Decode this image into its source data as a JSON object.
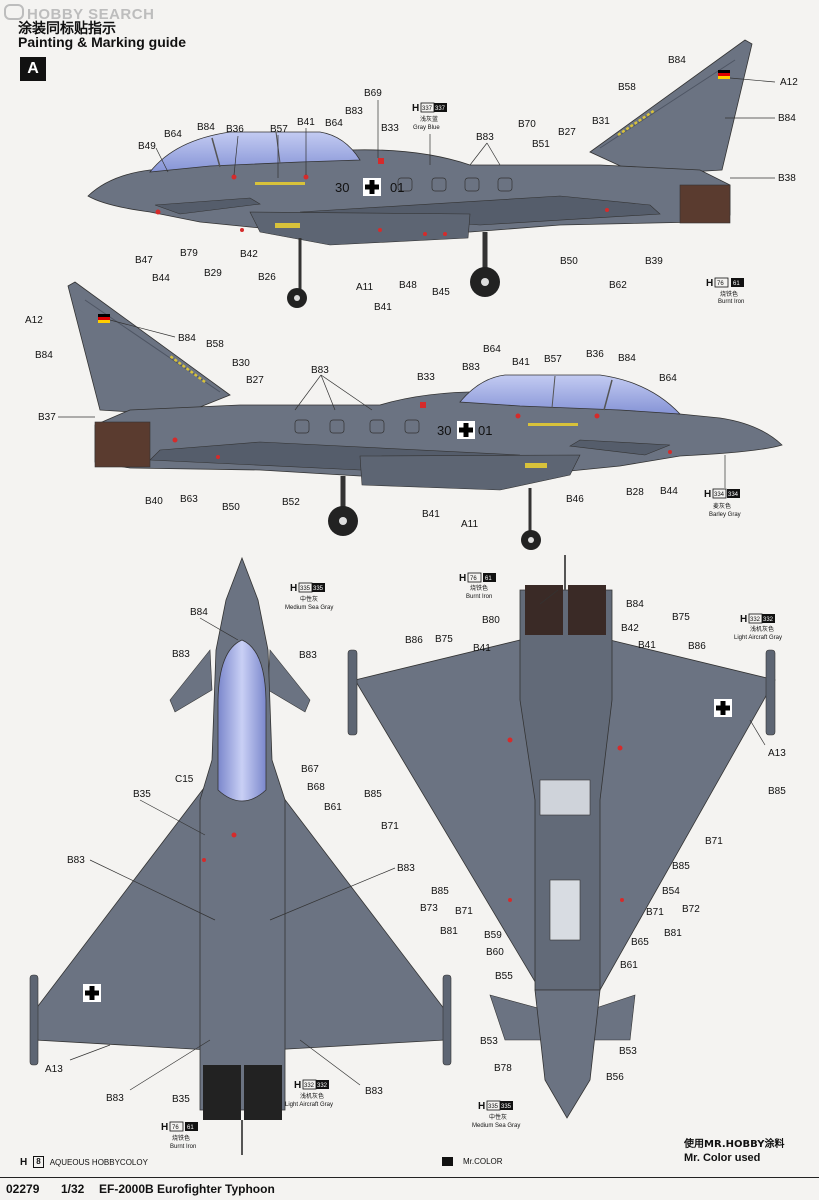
{
  "header": {
    "watermark": "HOBBY SEARCH",
    "title_cn": "涂装同标贴指示",
    "title_en": "Painting & Marking guide",
    "scheme": "A"
  },
  "colors": {
    "airframe": "#6b7382",
    "airframe_dark": "#555d6b",
    "canopy": "#9aa6e0",
    "burnt_iron": "#5a3b2f",
    "flag_black": "#000000",
    "flag_red": "#dd0000",
    "flag_gold": "#ffce00",
    "mark_red": "#d52b2b",
    "mark_yellow": "#d8c23a"
  },
  "paints": {
    "gray_blue": {
      "code_h": "H",
      "code": "337",
      "code2": "337",
      "cn": "浅灰蓝",
      "en": "Gray Blue"
    },
    "burnt_iron": {
      "code_h": "H",
      "code": "76",
      "code2": "61",
      "cn": "烧铁色",
      "en": "Burnt Iron"
    },
    "barley_gray": {
      "code_h": "H",
      "code": "334",
      "code2": "334",
      "cn": "麦灰色",
      "en": "Barley Gray"
    },
    "medium_sea_gray": {
      "code_h": "H",
      "code": "335",
      "code2": "335",
      "cn": "中性灰",
      "en": "Medium Sea Gray"
    },
    "light_aircraft_gray": {
      "code_h": "H",
      "code": "332",
      "code2": "332",
      "cn": "浅机灰色",
      "en": "Light Aircraft Gray"
    }
  },
  "fuselage_code": "30+01",
  "fuselage_code_left": "30",
  "fuselage_code_right": "01",
  "side1_labels": [
    "B84",
    "A12",
    "B58",
    "B84",
    "B31",
    "B38",
    "B27",
    "B70",
    "B51",
    "B83",
    "B69",
    "B83",
    "B33",
    "B64",
    "B41",
    "B57",
    "B36",
    "B84",
    "B64",
    "B49",
    "B47",
    "B44",
    "B79",
    "B29",
    "B42",
    "B26",
    "A11",
    "B41",
    "B48",
    "B45",
    "B50",
    "B62",
    "B39"
  ],
  "side2_labels": [
    "A12",
    "B84",
    "B58",
    "B84",
    "B30",
    "B27",
    "B83",
    "B37",
    "B40",
    "B63",
    "B50",
    "B52",
    "B33",
    "B83",
    "B64",
    "B41",
    "B57",
    "B36",
    "B84",
    "B64",
    "B28",
    "B44",
    "B46",
    "B41",
    "A11"
  ],
  "top_labels": [
    "B84",
    "B83",
    "B83",
    "C15",
    "B67",
    "B68",
    "B61",
    "B35",
    "B83",
    "B83",
    "A13",
    "B83",
    "B35",
    "B83"
  ],
  "bottom_labels": [
    "B84",
    "B80",
    "B42",
    "B86",
    "B75",
    "B41",
    "B41",
    "B75",
    "B86",
    "A13",
    "B85",
    "B85",
    "B71",
    "B71",
    "B85",
    "B54",
    "B73",
    "B72",
    "B85",
    "B71",
    "B71",
    "B81",
    "B59",
    "B65",
    "B81",
    "B60",
    "B61",
    "B55",
    "B53",
    "B53",
    "B78",
    "B56"
  ],
  "footer": {
    "h_prefix": "H",
    "h_code": "8",
    "aqueous": "AQUEOUS HOBBYCOLOY",
    "mr_color": "Mr.COLOR",
    "mr_hobby_cn": "使用MR.HOBBY涂料",
    "mr_used": "Mr. Color used",
    "code": "02279",
    "scale": "1/32",
    "name": "EF-2000B Eurofighter Typhoon"
  }
}
